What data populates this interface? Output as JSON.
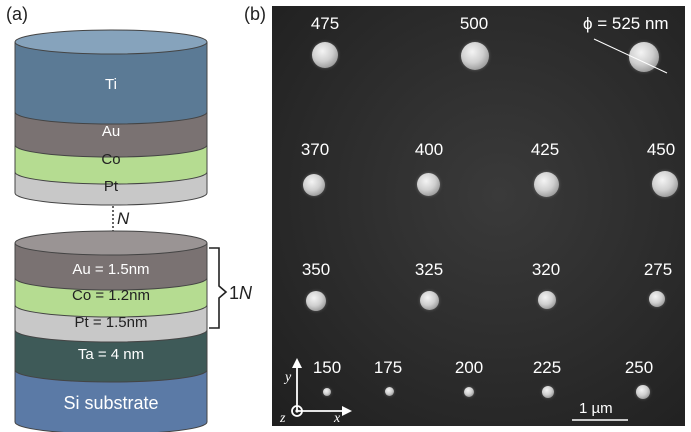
{
  "panel_a": {
    "label": "(a)",
    "top_stack": [
      "Ti",
      "Au",
      "Co",
      "Pt"
    ],
    "repeat_marker": "N",
    "bottom_stack": [
      "Au = 1.5nm",
      "Co = 1.2nm",
      "Pt = 1.5nm",
      "Ta = 4 nm",
      "Si substrate"
    ],
    "bracket_label": "1N",
    "colors": {
      "ti": "#5b7a95",
      "au": "#7a7272",
      "co": "#b5dc91",
      "pt": "#c8c8c8",
      "ta": "#3e5a58",
      "si": "#5b7aa6"
    }
  },
  "panel_b": {
    "label": "(b)",
    "diameter_note": "ϕ = 525 nm",
    "rows": [
      [
        "475",
        "500",
        "525"
      ],
      [
        "370",
        "400",
        "425",
        "450"
      ],
      [
        "350",
        "325",
        "320",
        "275"
      ],
      [
        "150",
        "175",
        "200",
        "225",
        "250"
      ]
    ],
    "scale_bar": "1 µm",
    "axis_y": "y",
    "axis_x": "x",
    "axis_z": "z"
  }
}
